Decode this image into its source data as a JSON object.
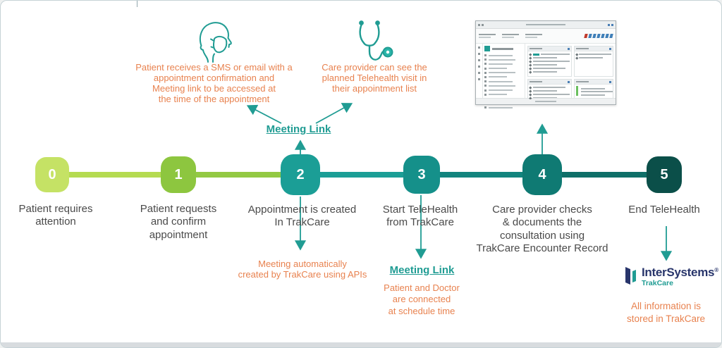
{
  "colors": {
    "accent-teal": "#209c93",
    "orange": "#e8824f",
    "label-gray": "#4a4a4a",
    "navy": "#28356b",
    "border": "#c6d2d6",
    "bottom-bar": "#d8dcdf"
  },
  "timeline": {
    "segment_colors": [
      "#b5db51",
      "#93c943",
      "#1b9e96",
      "#12847e",
      "#0e6f68"
    ],
    "nodes": [
      {
        "number": "0",
        "label": "Patient requires\nattention",
        "color": "#c5e265"
      },
      {
        "number": "1",
        "label": "Patient requests\nand confirm\nappointment",
        "color": "#8dc63f"
      },
      {
        "number": "2",
        "label": "Appointment is created\nIn TrakCare",
        "color": "#1b9e96"
      },
      {
        "number": "3",
        "label": "Start TeleHealth\nfrom TrakCare",
        "color": "#15908a"
      },
      {
        "number": "4",
        "label": "Care provider checks\n& documents the\nconsultation using\nTrakCare Encounter Record",
        "color": "#0f7a73"
      },
      {
        "number": "5",
        "label": "End TeleHealth",
        "color": "#0b4f49"
      }
    ]
  },
  "annotations": {
    "patient_sms": "Patient receives a SMS or email with a\nappointment confirmation and\nMeeting link to be accessed at\nthe time of the appointment",
    "provider_visit": "Care provider can see the\nplanned Telehealth visit in\ntheir appointment list",
    "meeting_link_top": "Meeting Link",
    "meeting_auto": "Meeting automatically\ncreated by TrakCare using APIs",
    "meeting_link_bottom": "Meeting Link",
    "patient_doctor": "Patient and Doctor\nare connected\nat schedule time",
    "stored_info": "All information is\nstored in TrakCare"
  },
  "logo": {
    "brand": "InterSystems",
    "trademark": "®",
    "product": "TrakCare"
  }
}
